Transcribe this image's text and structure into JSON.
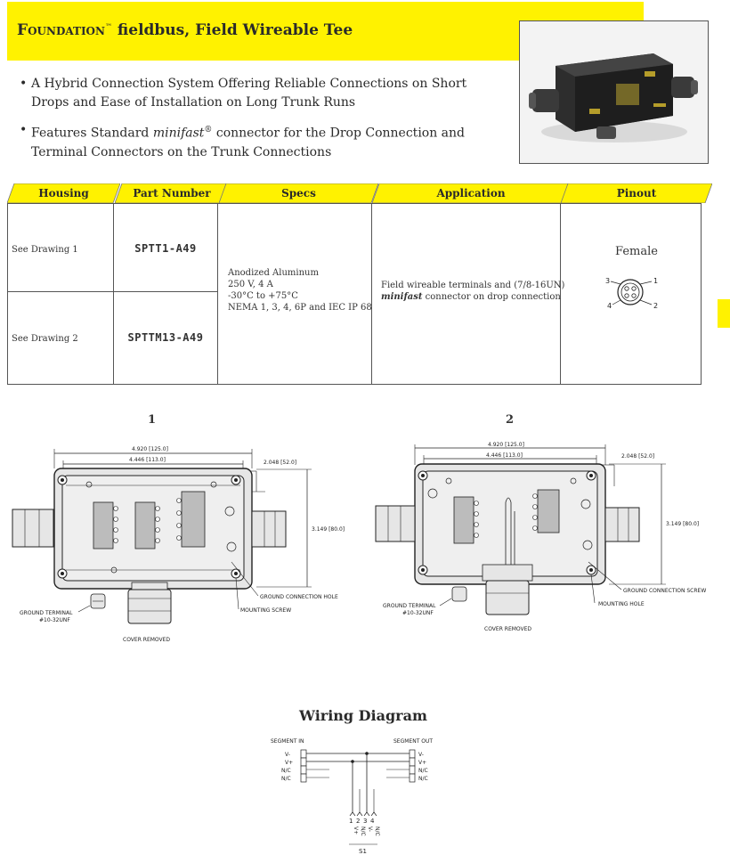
{
  "header": {
    "brand": "Foundation",
    "trademark": "™",
    "title_rest": " fieldbus, Field Wireable Tee"
  },
  "bullets": [
    {
      "text": "A Hybrid Connection System Offering Reliable Connections on  Short Drops and Ease of Installation on Long Trunk Runs"
    },
    {
      "pre": "Features Standard ",
      "em": "minifast",
      "reg": "®",
      "post": " connector for the Drop Connection and Terminal Connectors on the Trunk Connections"
    }
  ],
  "table": {
    "headers": [
      "Housing",
      "Part Number",
      "Specs",
      "Application",
      "Pinout"
    ],
    "rows": [
      {
        "housing": "See Drawing 1",
        "part_number": "SPTT1-A49"
      },
      {
        "housing": "See Drawing 2",
        "part_number": "SPTTM13-A49"
      }
    ],
    "specs": [
      "Anodized Aluminum",
      "250 V, 4 A",
      "-30°C to +75°C",
      "NEMA 1, 3, 4, 6P and IEC IP 68"
    ],
    "application": {
      "line1": "Field wireable terminals and (7/8-16UN)",
      "em": "minifast",
      "line2_rest": " connector on drop connection"
    },
    "pinout": {
      "label": "Female",
      "pins": [
        "1",
        "2",
        "3",
        "4"
      ]
    }
  },
  "drawings": [
    {
      "number": "1",
      "dim_width": "4.920 [125.0]",
      "dim_inner": "4.446 [113.0]",
      "dim_small": "2.048 [52.0]",
      "dim_height": "3.149 [80.0]",
      "ground_hole": "GROUND CONNECTION HOLE",
      "mounting": "MOUNTING SCREW",
      "ground_terminal_1": "GROUND TERMINAL",
      "ground_terminal_2": "#10-32UNF",
      "cover": "COVER REMOVED"
    },
    {
      "number": "2",
      "dim_width": "4.920 [125.0]",
      "dim_inner": "4.446 [113.0]",
      "dim_small": "2.048 [52.0]",
      "dim_height": "3.149 [80.0]",
      "ground_screw": "GROUND CONNECTION SCREW",
      "mounting": "MOUNTING HOLE",
      "ground_terminal_1": "GROUND TERMINAL",
      "ground_terminal_2": "#10-32UNF",
      "cover": "COVER REMOVED"
    }
  ],
  "wiring": {
    "title": "Wiring Diagram",
    "segment_in": "SEGMENT IN",
    "segment_out": "SEGMENT OUT",
    "terminals": [
      "V-",
      "V+",
      "N/C",
      "N/C"
    ],
    "drop_pins": [
      "1",
      "2",
      "3",
      "4"
    ],
    "drop_signals": [
      "V+",
      "N/C",
      "V-",
      "N/C"
    ],
    "drop_label": "S1"
  },
  "colors": {
    "accent_yellow": "#fff200",
    "text": "#2a2a2a",
    "rule": "#555555"
  }
}
